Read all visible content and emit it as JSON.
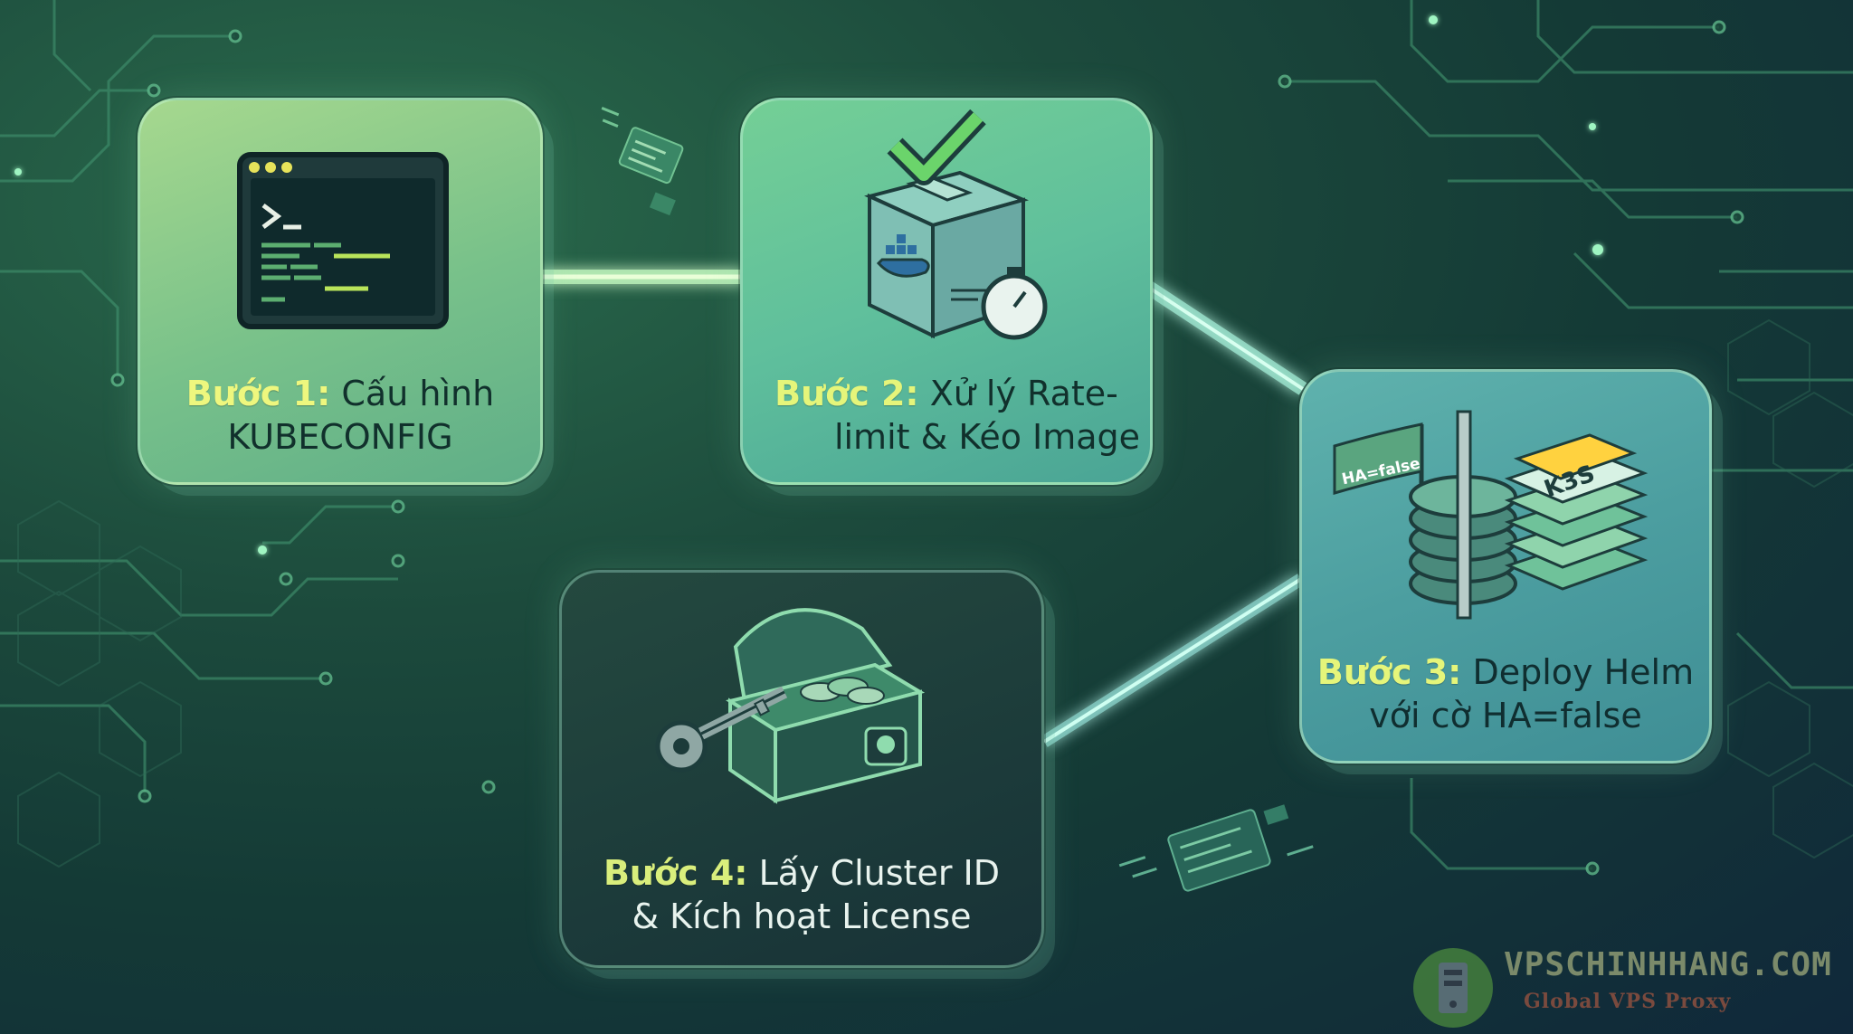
{
  "steps": [
    {
      "id": 1,
      "step_label": "Bước 1:",
      "line1_rest": " Cấu hình",
      "line2": "KUBECONFIG",
      "icon": "terminal-window-icon"
    },
    {
      "id": 2,
      "step_label": "Bước 2:",
      "line1_rest": " Xử lý Rate-",
      "line2": "limit & Kéo Image",
      "icon": "docker-box-checkmark-stopwatch-icon"
    },
    {
      "id": 3,
      "step_label": "Bước 3:",
      "line1_rest": " Deploy Helm",
      "line2": "với cờ HA=false",
      "icon": "k3s-stack-gears-flag-icon",
      "flag_text": "HA=false",
      "badge_text": "K3S"
    },
    {
      "id": 4,
      "step_label": "Bước 4:",
      "line1_rest": " Lấy Cluster ID",
      "line2": "& Kích hoạt License",
      "icon": "treasure-chest-key-icon"
    }
  ],
  "watermark": {
    "title": "VPSCHINHHANG.COM",
    "subtitle": "Global VPS Proxy"
  },
  "colors": {
    "step_label": "#e5f57a",
    "connector": "#aef0c8",
    "background": "#1c4a3c"
  }
}
